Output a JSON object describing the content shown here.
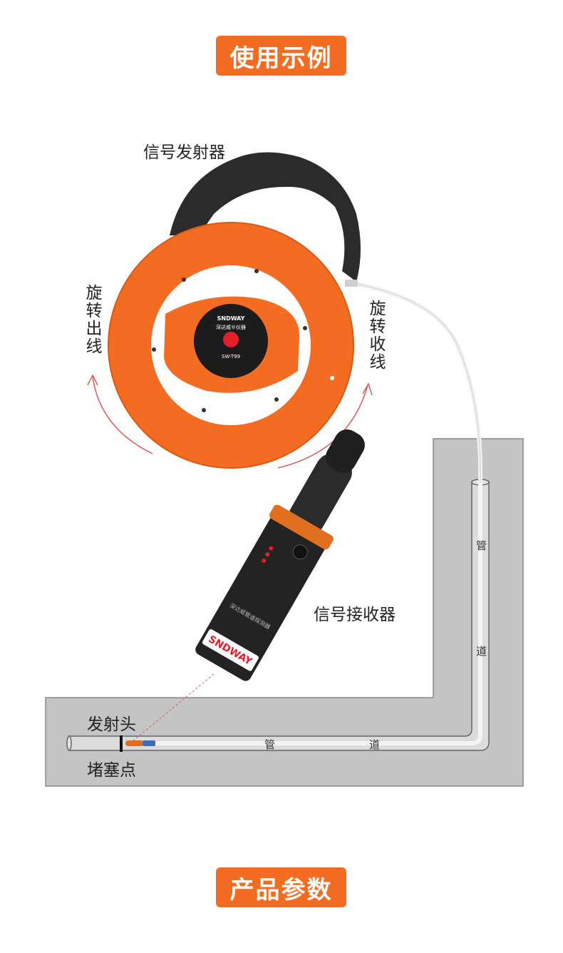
{
  "header": {
    "usage_title": "使用示例"
  },
  "footer": {
    "params_title": "产品参数"
  },
  "labels": {
    "transmitter": "信号发射器",
    "rotate_out": "旋转出线",
    "rotate_in": "旋转收线",
    "receiver": "信号接收器",
    "emitter_head": "发射头",
    "blockage": "堵塞点",
    "pipe_char_1": "管",
    "pipe_char_2": "道"
  },
  "device": {
    "brand": "SNDWAY",
    "model": "SW-T99",
    "reel_label": "深达威®仪器",
    "receiver_text": "深达威管道探测器"
  },
  "colors": {
    "banner": "#f36c21",
    "reel": "#f36c21",
    "handle": "#2b2b2b",
    "wall": "#c4c4c4",
    "arrow": "#d9605a"
  }
}
